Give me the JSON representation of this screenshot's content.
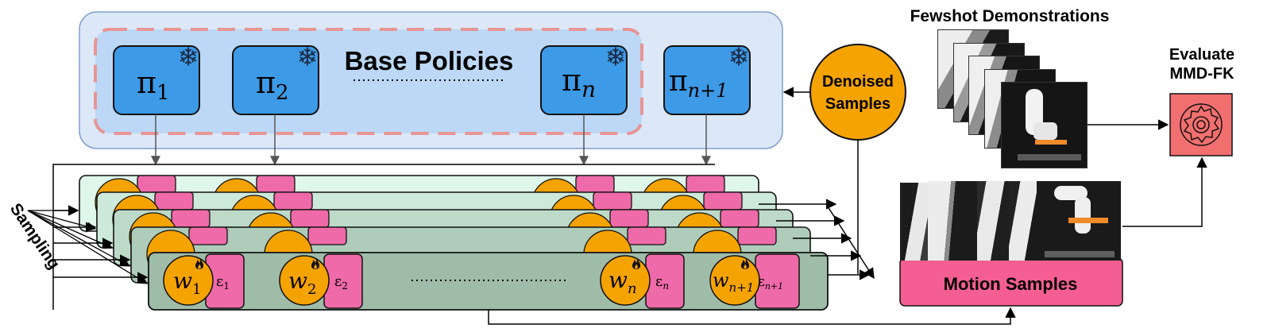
{
  "base_policies": {
    "title": "Base Policies",
    "policies": [
      {
        "symbol": "π",
        "sub": "1"
      },
      {
        "symbol": "π",
        "sub": "2"
      },
      {
        "symbol": "π",
        "sub": "n"
      },
      {
        "symbol": "π",
        "sub": "n+1"
      }
    ]
  },
  "denoised": {
    "line1": "Denoised",
    "line2": "Samples"
  },
  "sampling_label": "Sampling",
  "weights": [
    {
      "w": "w",
      "w_sub": "1",
      "eps": "ε",
      "eps_sub": "1"
    },
    {
      "w": "w",
      "w_sub": "2",
      "eps": "ε",
      "eps_sub": "2"
    },
    {
      "w": "w",
      "w_sub": "n",
      "eps": "ε",
      "eps_sub": "n"
    },
    {
      "w": "w",
      "w_sub": "n+1",
      "eps": "ε",
      "eps_sub": "n+1"
    }
  ],
  "fewshot_title": "Fewshot Demonstrations",
  "motion_samples": "Motion Samples",
  "evaluate": {
    "line1": "Evaluate",
    "line2": "MMD-FK"
  },
  "icons": [
    "snowflake-icon",
    "flame-icon",
    "gear-icon",
    "robot-arm-photo"
  ],
  "colors": {
    "outer_panel": "#dce8f8",
    "inner_panel": "#bcd8f6",
    "dashed_border": "#e89595",
    "policy_box": "#3d9ae6",
    "layer_colors": [
      "#dff7ea",
      "#cde9da",
      "#bddac9",
      "#aeccb9",
      "#9fbca9"
    ],
    "weight_circle": "#f5a300",
    "eps_box": "#ef6aa8",
    "motion_bar": "#f45e93",
    "evaluate_box": "#f26f6f"
  }
}
